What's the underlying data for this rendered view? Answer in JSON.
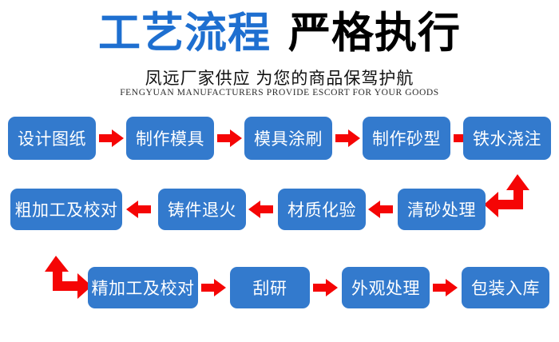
{
  "header": {
    "title_part_blue": "工艺流程",
    "title_part_black": "严格执行",
    "subtitle_cn": "凤远厂家供应 为您的商品保驾护航",
    "subtitle_en": "FENGYUAN MANUFACTURERS PROVIDE ESCORT FOR YOUR GOODS"
  },
  "colors": {
    "node_blue": "#337acd",
    "arrow_red": "#f50505",
    "title_blue": "#1e6fd0",
    "title_black": "#000000",
    "background": "#ffffff"
  },
  "flow": {
    "row1": {
      "direction": "left-to-right",
      "nodes": [
        {
          "label": "设计图纸"
        },
        {
          "label": "制作模具"
        },
        {
          "label": "模具涂刷"
        },
        {
          "label": "制作砂型"
        },
        {
          "label": "铁水浇注"
        }
      ]
    },
    "row2": {
      "direction": "right-to-left",
      "nodes": [
        {
          "label": "粗加工及校对"
        },
        {
          "label": "铸件退火"
        },
        {
          "label": "材质化验"
        },
        {
          "label": "清砂处理"
        }
      ]
    },
    "row3": {
      "direction": "left-to-right",
      "nodes": [
        {
          "label": "精加工及校对"
        },
        {
          "label": "刮研"
        },
        {
          "label": "外观处理"
        },
        {
          "label": "包装入库"
        }
      ]
    },
    "connectors": {
      "row1_to_row2": "elbow-up-left",
      "row2_to_row3": "elbow-up-right"
    }
  }
}
